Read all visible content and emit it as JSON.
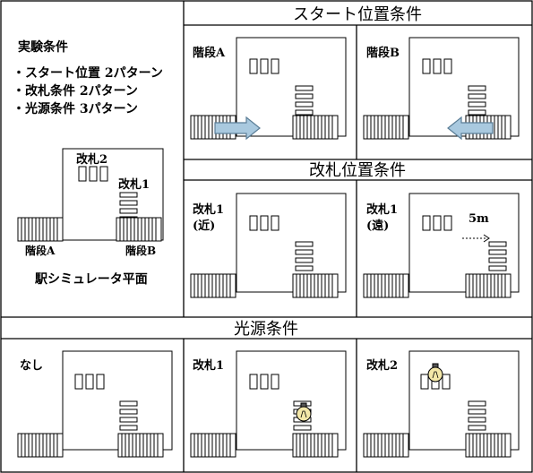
{
  "left_panel": {
    "title": "実験条件",
    "items": [
      "・スタート位置 2パターン",
      "・改札条件 2パターン",
      "・光源条件 3パターン"
    ],
    "map_labels": {
      "gate2": "改札2",
      "gate1": "改札1",
      "stair_a": "階段A",
      "stair_b": "階段B"
    },
    "caption": "駅シミュレータ平面"
  },
  "sections": {
    "start": "スタート位置条件",
    "gate": "改札位置条件",
    "light": "光源条件"
  },
  "panels": {
    "start_a": "階段A",
    "start_b": "階段B",
    "gate_near_1": "改札1",
    "gate_near_2": "(近)",
    "gate_far_1": "改札1",
    "gate_far_2": "(遠)",
    "gate_far_distance": "5m",
    "light_none": "なし",
    "light_gate1": "改札1",
    "light_gate2": "改札2"
  },
  "colors": {
    "arrow_fill": "#a9c9df",
    "arrow_stroke": "#5a7d96",
    "lamp_fill": "#f3e7a8"
  }
}
